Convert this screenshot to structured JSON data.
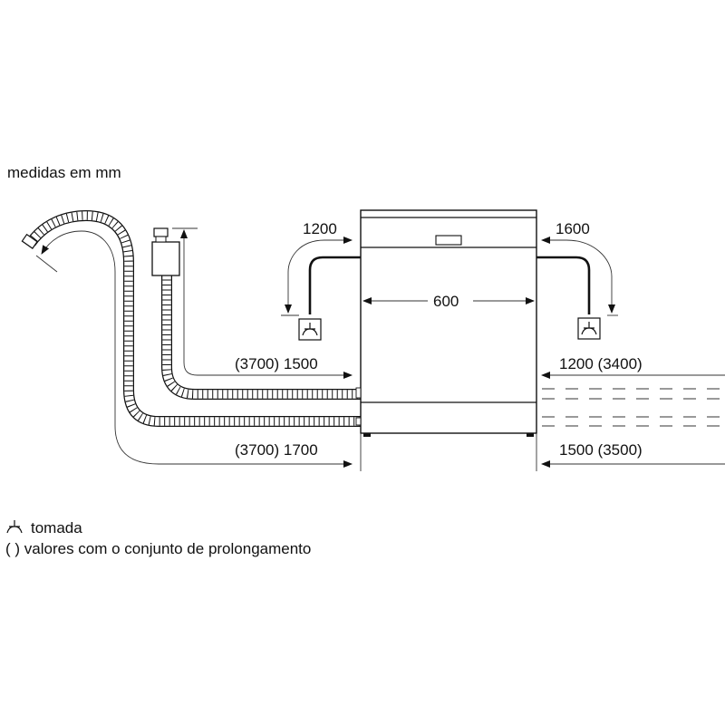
{
  "header": {
    "units_note": "medidas em mm"
  },
  "dimensions": {
    "left_cord": "1200",
    "right_cord": "1600",
    "width": "600",
    "left_inlet": "(3700) 1500",
    "left_drain": "(3700) 1700",
    "right_inlet": "1200 (3400)",
    "right_drain": "1500 (3500)"
  },
  "legend": {
    "socket_label": "tomada",
    "parentheses_label": "( ) valores com o conjunto de prolongamento"
  }
}
